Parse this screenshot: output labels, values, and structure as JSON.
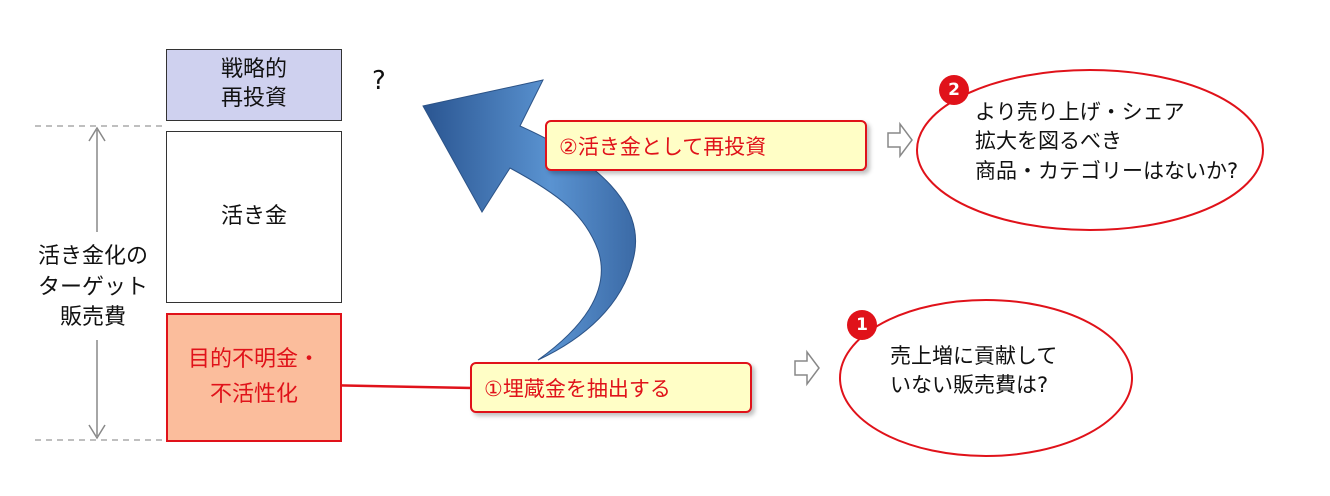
{
  "boxes": {
    "strategic": "戦略的\n再投資",
    "ikigane": "活き金",
    "purpose_unclear": "目的不明金・\n不活性化"
  },
  "target_label": "活き金化の\nターゲット\n販売費",
  "question_mark": "?",
  "step1": {
    "label": "①埋蔵金を抽出する",
    "badge": "1",
    "question": "売上増に貢献して\nいない販売費は?"
  },
  "step2": {
    "label": "②活き金として再投資",
    "badge": "2",
    "question": "より売り上げ・シェア\n拡大を図るべき\n商品・カテゴリーはないか?"
  },
  "colors": {
    "accent_red": "#e0121a",
    "strategic_fill": "#cfd1ef",
    "purpose_fill": "#fbbd9c",
    "callout_fill": "#fffec6",
    "arrow_dark": "#1c3f73",
    "arrow_light": "#5e96d4"
  }
}
